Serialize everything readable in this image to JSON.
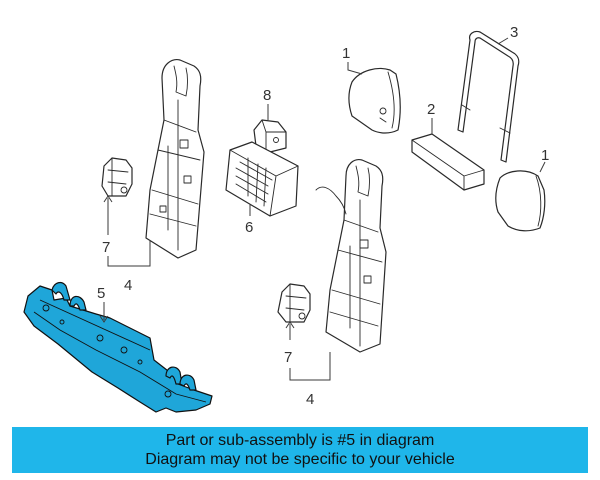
{
  "callouts": {
    "seat_back_cover_upper": "1",
    "seat_back_cover_lower": "1",
    "bracket": "2",
    "headrest_frame": "3",
    "frame_left": "4",
    "frame_right": "4",
    "highlighted_part": "5",
    "hinge_box": "6",
    "latch_left": "7",
    "latch_right": "7",
    "clip": "8"
  },
  "colors": {
    "highlight": "#1fa6d9",
    "banner": "#1fb6ea"
  },
  "banner": {
    "line1": "Part or sub-assembly is #5 in diagram",
    "line2": "Diagram may not be specific to your vehicle"
  }
}
